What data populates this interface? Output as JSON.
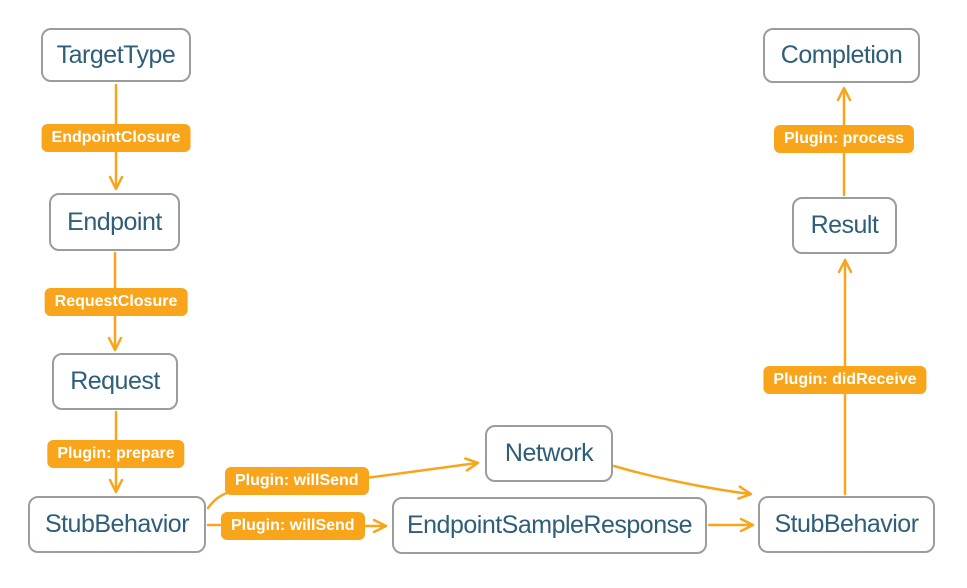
{
  "diagram": {
    "nodes": {
      "target_type": "TargetType",
      "endpoint": "Endpoint",
      "request": "Request",
      "stub_behavior_left": "StubBehavior",
      "network": "Network",
      "endpoint_sample_response": "EndpointSampleResponse",
      "stub_behavior_right": "StubBehavior",
      "result": "Result",
      "completion": "Completion"
    },
    "edge_labels": {
      "endpoint_closure": "EndpointClosure",
      "request_closure": "RequestClosure",
      "plugin_prepare": "Plugin: prepare",
      "plugin_will_send_upper": "Plugin: willSend",
      "plugin_will_send_lower": "Plugin: willSend",
      "plugin_did_receive": "Plugin: didReceive",
      "plugin_process": "Plugin: process"
    },
    "edges": [
      {
        "from": "TargetType",
        "to": "Endpoint",
        "label": "EndpointClosure",
        "direction": "down"
      },
      {
        "from": "Endpoint",
        "to": "Request",
        "label": "RequestClosure",
        "direction": "down"
      },
      {
        "from": "Request",
        "to": "StubBehavior",
        "label": "Plugin: prepare",
        "direction": "down"
      },
      {
        "from": "StubBehavior",
        "to": "Network",
        "label": "Plugin: willSend",
        "direction": "right-up"
      },
      {
        "from": "StubBehavior",
        "to": "EndpointSampleResponse",
        "label": "Plugin: willSend",
        "direction": "right"
      },
      {
        "from": "Network",
        "to": "StubBehavior",
        "label": "",
        "direction": "right-down"
      },
      {
        "from": "EndpointSampleResponse",
        "to": "StubBehavior",
        "label": "",
        "direction": "right"
      },
      {
        "from": "StubBehavior",
        "to": "Result",
        "label": "Plugin: didReceive",
        "direction": "up"
      },
      {
        "from": "Result",
        "to": "Completion",
        "label": "Plugin: process",
        "direction": "up"
      }
    ],
    "colors": {
      "accent_orange": "#F9A51C",
      "node_border": "#9C9C9C",
      "node_text": "#2E5E78",
      "label_text": "#FFFFFF",
      "background": "#FFFFFF"
    }
  }
}
